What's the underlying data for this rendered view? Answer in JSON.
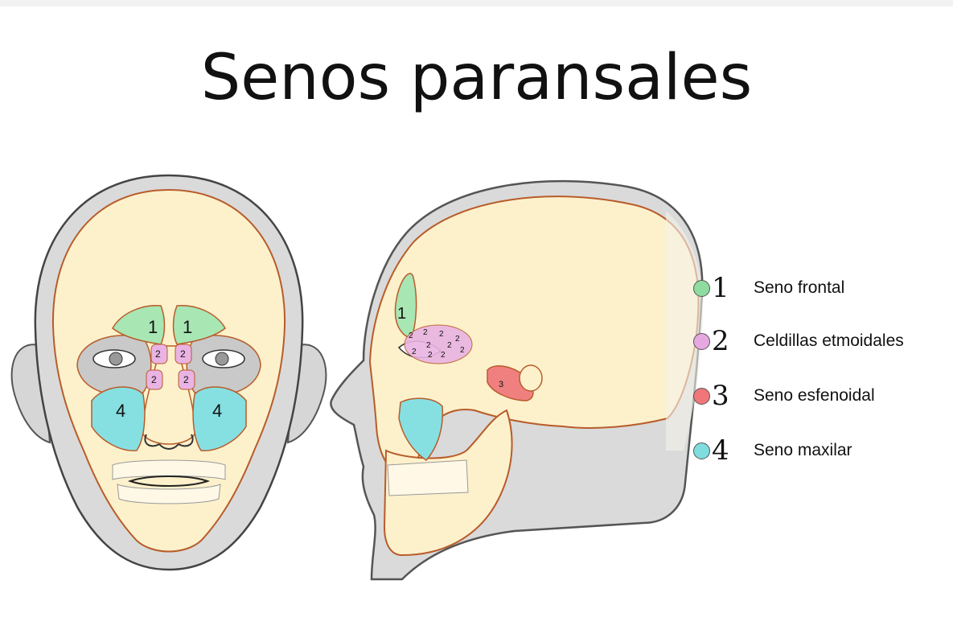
{
  "title": "Senos paransales",
  "front_labels": {
    "frontal_left": "1",
    "frontal_right": "1",
    "ethmoid_1": "2",
    "ethmoid_2": "2",
    "ethmoid_3": "2",
    "ethmoid_4": "2",
    "maxillary_left": "4",
    "maxillary_right": "4"
  },
  "side_labels": {
    "frontal": "1",
    "ethmoid": [
      "2",
      "2",
      "2",
      "2",
      "2",
      "2",
      "2",
      "2",
      "2",
      "2"
    ],
    "sphenoid": "3"
  },
  "legend": [
    {
      "number": "1",
      "label": "Seno frontal",
      "color": "#8fdca0"
    },
    {
      "number": "2",
      "label": "Celdillas etmoidales",
      "color": "#e6a8e0"
    },
    {
      "number": "3",
      "label": "Seno esfenoidal",
      "color": "#f0767a"
    },
    {
      "number": "4",
      "label": "Seno maxilar",
      "color": "#7fdcdf"
    }
  ],
  "colors": {
    "skin": "#dcdcdc",
    "skull": "#fdf1cc",
    "outline": "#b85c2a",
    "frontal": "#a8e6b4",
    "ethmoid": "#e9b3e3",
    "sphenoid": "#f08080",
    "maxillary": "#86e0e2"
  }
}
